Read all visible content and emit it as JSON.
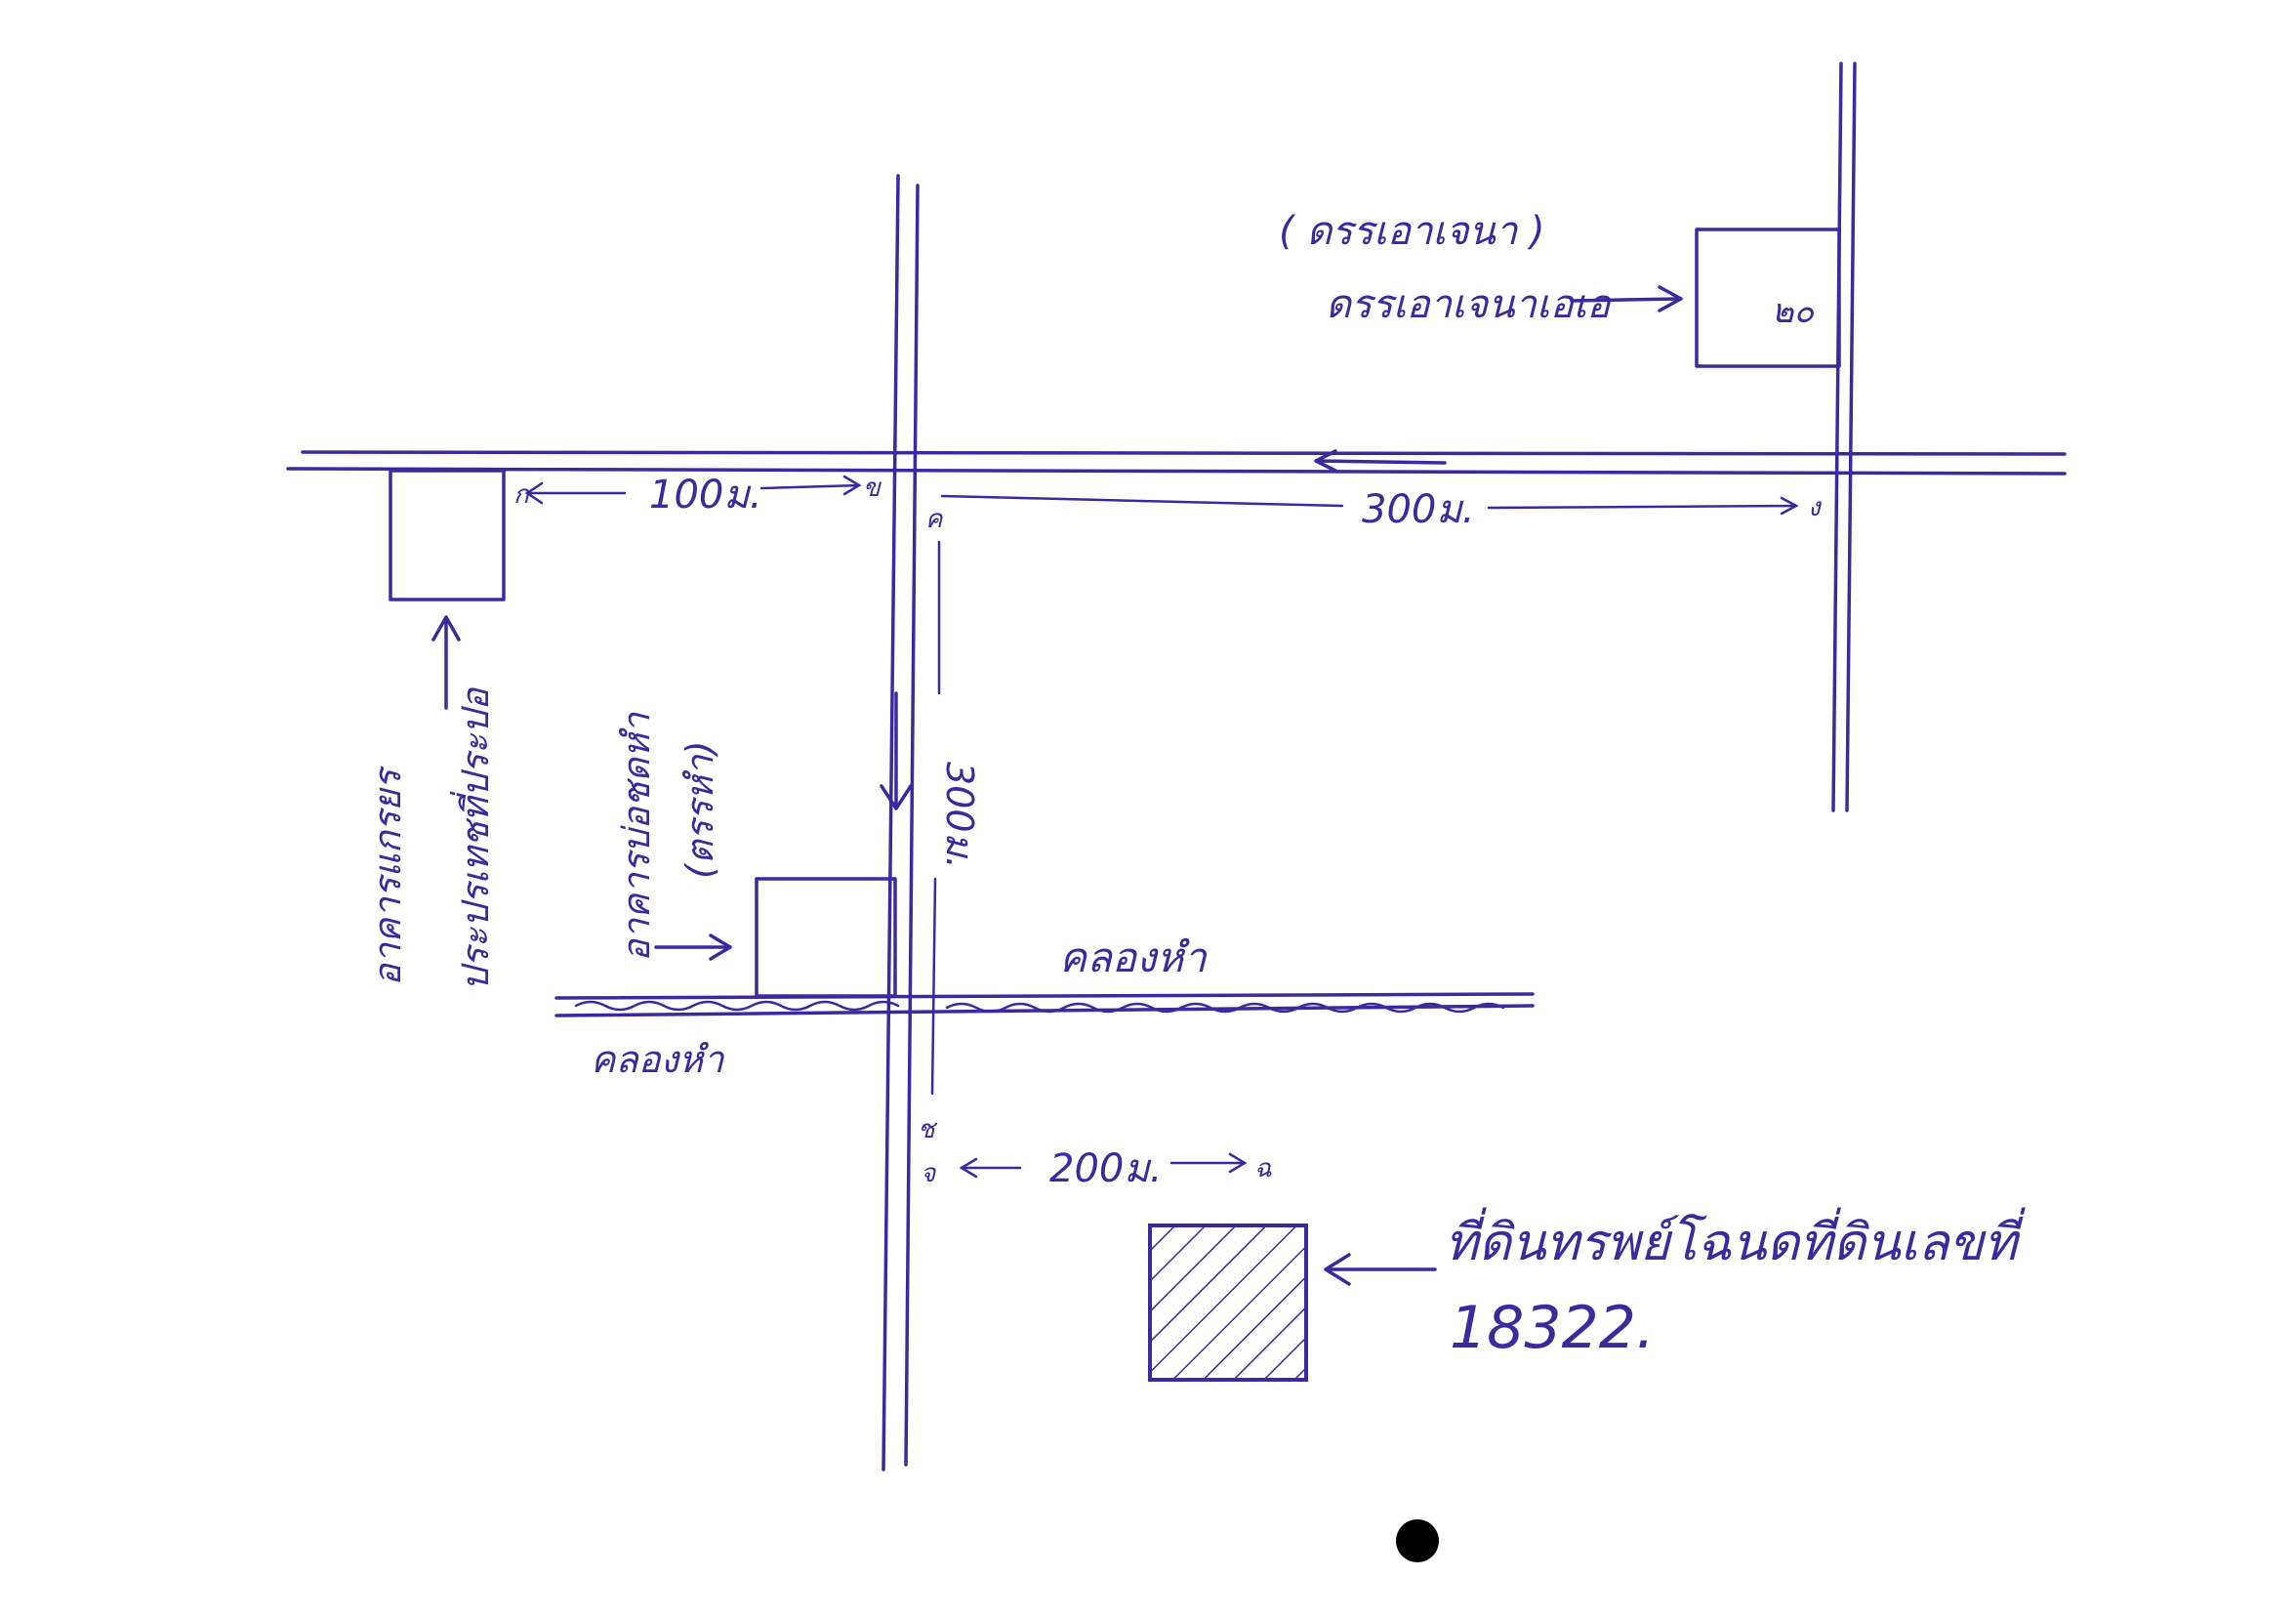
{
  "colors": {
    "ink": "#3a2a9e",
    "paper": "#ffffff",
    "dot": "#000000"
  },
  "labels": {
    "station_paren": "( ดรรเอาเจนา )",
    "station_main": "ดรรเอาเจนาเอเอ",
    "station_box_number": "๒๐",
    "dist_top_left": "100ม.",
    "dist_top_right": "300ม.",
    "dist_vertical": "300ม.",
    "dist_bottom": "200ม.",
    "left_building_line1": "อาคารแกรยร",
    "left_building_line2": "ประปรเทชที่ประปอ",
    "mid_building_line1": "อาคารบ่อชดหำ",
    "mid_building_line2": "(ตรรหำ)",
    "canal_right": "คลองหำ",
    "canal_left": "คลองหำ",
    "land_desc": "ที่ดินทรพย์โฉนดที่ดินเลขที่",
    "land_number": "18322.",
    "tick_a": "ก",
    "tick_b": "ข",
    "tick_c": "ค",
    "tick_d": "ง",
    "tick_e": "จ",
    "tick_f": "ฉ",
    "tick_g": "ช"
  }
}
